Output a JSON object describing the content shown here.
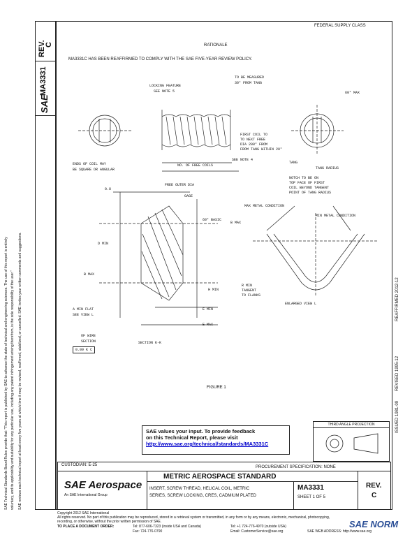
{
  "header": {
    "top_right_code": "FEDERAL SUPPLY CLASS",
    "rev_label": "REV.",
    "rev_value": "C",
    "doc_number": "MA3331",
    "sae_logo": "SAE"
  },
  "rationale": {
    "title": "RATIONALE",
    "text": "MA3331C HAS BEEN REAFFIRMED TO COMPLY WITH THE SAE FIVE-YEAR REVIEW POLICY."
  },
  "left_margin": {
    "line1": "SAE Technical Standards Board Rules provide that: \"This report is published by SAE to advance the state of technical and engineering sciences. The use of this report is entirely",
    "line2": "voluntary, and its applicability and suitability for any particular use, including any patent infringement arising therefrom, is the sole responsibility of the user.\"",
    "line3": "SAE reviews each technical report at least every five years at which time it may be revised, reaffirmed, stabilized, or cancelled. SAE invites your written comments and suggestions."
  },
  "right_margin": {
    "issued": "ISSUED 1981-09",
    "revised": "REVISED 1995-12",
    "reaffirmed": "REAFFIRMED 2012-12"
  },
  "drawing_labels": {
    "to_be_measured": "TO BE MEASURED",
    "from_tang": "30° FROM TANG",
    "locking_feature": "LOCKING FEATURE",
    "see_note_5": "SEE NOTE 5",
    "deg_max": "60° MAX",
    "first_coil": "FIRST COIL TO",
    "next_free": "TO NEXT FREE",
    "dia_200": "DIA 200° FROM",
    "from_tang_within": "FROM TANG WITHIN 20°",
    "ends_of_coil": "ENDS OF COIL MAY",
    "be_square": "BE SQUARE OR ANGULAR",
    "no_free_coils": "NO. OF FREE COILS",
    "see_note_4": "SEE NOTE 4",
    "free_outer_dia": "FREE OUTER DIA",
    "tang": "TANG",
    "tang_radius": "TANG RADIUS",
    "notch_1": "NOTCH TO BE ON",
    "notch_2": "TOP FACE OF FIRST",
    "notch_3": "COIL BEYOND TANGENT",
    "notch_4": "POINT OF TANG RADIUS",
    "pitch_08": "0.8",
    "gage": "GAGE",
    "basic_60": "60° BASIC",
    "max_metal": "MAX METAL CONDITION",
    "min_metal": "MIN METAL CONDITION",
    "b_max": "B MAX",
    "d_min": "D MIN",
    "b_max2": "B MAX",
    "h_min": "H MIN",
    "e_min": "E MIN",
    "e_max": "E MAX",
    "a_min_flat": "A MIN FLAT",
    "see_view_l": "SEE VIEW L",
    "of_wire": "OF WIRE",
    "section": "SECTION",
    "section_kk": "SECTION K-K",
    "tolerance": "0.09 K C",
    "r_min": "R MIN",
    "tangent": "TANGENT",
    "to_flanks": "TO FLANKS",
    "enlarged_view": "ENLARGED VIEW L",
    "figure": "FIGURE 1"
  },
  "feedback": {
    "line1": "SAE values your input. To provide feedback",
    "line2": "on this Technical Report, please visit",
    "url": "http://www.sae.org/technical/standards/MA3331C"
  },
  "third_angle": "THIRD ANGLE PROJECTION",
  "title_block": {
    "custodian": "CUSTODIAN: E-25",
    "procurement": "PROCUREMENT SPECIFICATION: NONE",
    "brand": "SAE Aerospace",
    "brand_sub": "An SAE International Group",
    "standard": "METRIC AEROSPACE STANDARD",
    "desc1": "INSERT, SCREW THREAD, HELICAL COIL, METRIC",
    "desc2": "SERIES, SCREW LOCKING, CRES, CADMIUM PLATED",
    "doc_no": "MA3331",
    "sheet": "SHEET 1 OF 5",
    "rev_label": "REV.",
    "rev_value": "C"
  },
  "footer": {
    "copyright": "Copyright 2012 SAE International",
    "rights": "All rights reserved. No part of this publication may be reproduced, stored in a retrieval system or transmitted, in any form or by any means, electronic, mechanical, photocopying,",
    "rights2": "recording, or otherwise, without the prior written permission of SAE.",
    "order": "TO PLACE A DOCUMENT ORDER:",
    "tel1": "Tel: 877-606-7323 (inside USA and Canada)",
    "fax": "Fax: 724-776-0790",
    "tel2": "Tel: +1 724-776-4970 (outside USA)",
    "email": "Email: CustomerService@sae.org",
    "web": "SAE WEB ADDRESS: http://www.sae.org",
    "watermark": "SAE NORM"
  }
}
